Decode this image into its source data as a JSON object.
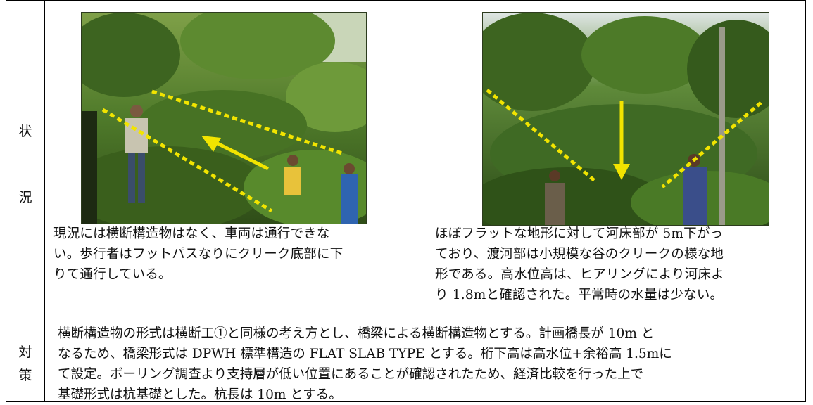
{
  "labels": {
    "situation": [
      "状",
      "況"
    ],
    "measures": [
      "対",
      "策"
    ]
  },
  "photos": [
    {
      "caption": "現場写真（横断構造物のない渡河地点・人物と通行方向の矢印）",
      "arrow": "left-up",
      "colors": {
        "vegetation": "#4f7a2a",
        "marker": "#f2e400"
      }
    },
    {
      "caption": "現場写真（河床部の谷地形・下向き矢印と斜面の点線）",
      "arrow": "down",
      "colors": {
        "vegetation": "#3f6a24",
        "marker": "#f2e400"
      }
    }
  ],
  "left_text": [
    "現況には横断構造物はなく、車両は通行できな",
    "い。歩行者はフットパスなりにクリーク底部に下",
    "りて通行している。"
  ],
  "right_text": [
    "ほぼフラットな地形に対して河床部が 5m下がっ",
    "ており、渡河部は小規模な谷のクリークの様な地",
    "形である。高水位高は、ヒアリングにより河床よ",
    "り 1.8mと確認された。平常時の水量は少ない。"
  ],
  "measures_text": [
    "横断構造物の形式は横断工①と同様の考え方とし、橋梁による横断構造物とする。計画橋長が 10m と",
    "なるため、橋梁形式は DPWH 標準構造の FLAT SLAB TYPE とする。桁下高は高水位+余裕高 1.5mに",
    "て設定。ボーリング調査より支持層が低い位置にあることが確認されたため、経済比較を行った上で",
    "基礎形式は杭基礎とした。杭長は 10m とする。"
  ]
}
